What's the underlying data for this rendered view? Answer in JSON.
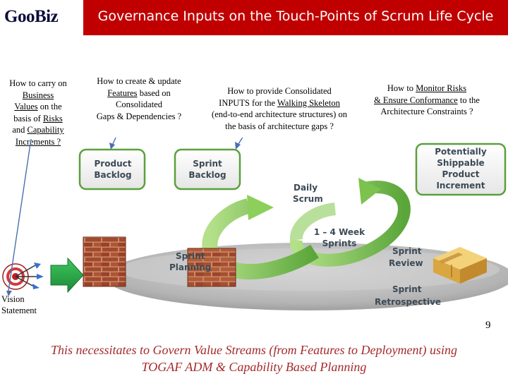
{
  "header": {
    "logo": "GooBiz",
    "title": "Governance Inputs on the Touch-Points of Scrum Life Cycle"
  },
  "questions": {
    "q1": {
      "t1": "How to carry on",
      "l2": "Business",
      "l3": "Values",
      "t3": " on the",
      "t4a": "basis of  ",
      "l4": "Risks",
      "t5a": "and ",
      "l5": "Capability",
      "l6": "Increments ?"
    },
    "q2": {
      "t1": "How to create & update",
      "l2": "Features",
      "t2": " based on",
      "t3": "Consolidated",
      "t4": "Gaps & Dependencies ?"
    },
    "q3": {
      "t1": "How to provide Consolidated",
      "t2a": "INPUTS for the ",
      "l2": "Walking Skeleton ",
      "t3": "(end-to-end architecture structures) on",
      "t4": "the basis of architecture gaps ?"
    },
    "q4": {
      "t1": "How to ",
      "l1": "Monitor Risks",
      "l2": "& Ensure Conformance",
      "t2": " to the",
      "t3": "Architecture Constraints ?"
    }
  },
  "diagram": {
    "product_backlog": [
      "Product",
      "Backlog"
    ],
    "sprint_backlog": [
      "Sprint",
      "Backlog"
    ],
    "potentially_shippable": [
      "Potentially",
      "Shippable",
      "Product",
      "Increment"
    ],
    "daily_scrum": [
      "Daily",
      "Scrum"
    ],
    "sprints": [
      "1 – 4 Week",
      "Sprints"
    ],
    "sprint_planning": [
      "Sprint",
      "Planning"
    ],
    "sprint_review": [
      "Sprint",
      "Review"
    ],
    "sprint_retrospective": [
      "Sprint",
      "Retrospective"
    ]
  },
  "vision": [
    "Vision",
    "Statement"
  ],
  "page_number": "9",
  "footer": [
    "This necessitates to Govern Value Streams (from Features to Deployment) using",
    "TOGAF ADM & Capability Based Planning"
  ],
  "colors": {
    "header_red": "#c00000",
    "footer_text": "#a52a2a",
    "box_green": "#5aa03c",
    "arrow_green": "#2aa84a",
    "brick": "#a0522d"
  }
}
